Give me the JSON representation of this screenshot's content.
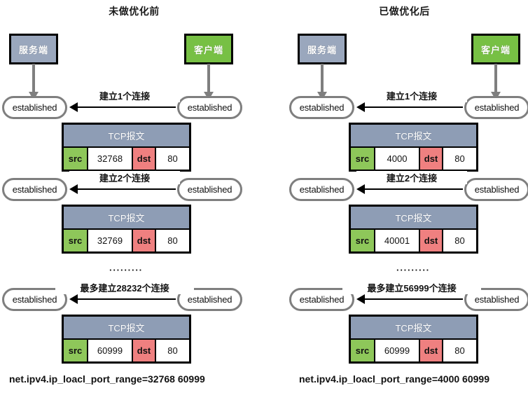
{
  "diagram": {
    "title_left": "未做优化前",
    "title_right": "已做优化后",
    "server_label": "服务端",
    "client_label": "客户端",
    "established_label": "established",
    "packet_header": "TCP报文",
    "src_key": "src",
    "dst_key": "dst",
    "ellipsis": "·········",
    "colors": {
      "server_fill": "#9aa7bd",
      "client_fill": "#77c044",
      "packet_header_fill": "#8e9db5",
      "src_fill": "#8ec75a",
      "dst_fill": "#ef8080",
      "pill_border": "#7f7f7f",
      "arrow": "#000000",
      "drop_arrow": "#7f7f7f"
    }
  },
  "left": {
    "title": "未做优化前",
    "footer": "net.ipv4.ip_loacl_port_range=32768  60999",
    "rows": [
      {
        "conn_label": "建立1个连接",
        "packet": {
          "header": "TCP报文",
          "src_key": "src",
          "src_port": "32768",
          "dst_key": "dst",
          "dst_port": "80"
        }
      },
      {
        "conn_label": "建立2个连接",
        "packet": {
          "header": "TCP报文",
          "src_key": "src",
          "src_port": "32769",
          "dst_key": "dst",
          "dst_port": "80"
        }
      },
      {
        "conn_label": "最多建立28232个连接",
        "packet": {
          "header": "TCP报文",
          "src_key": "src",
          "src_port": "60999",
          "dst_key": "dst",
          "dst_port": "80"
        }
      }
    ]
  },
  "right": {
    "title": "已做优化后",
    "footer": "net.ipv4.ip_loacl_port_range=4000  60999",
    "rows": [
      {
        "conn_label": "建立1个连接",
        "packet": {
          "header": "TCP报文",
          "src_key": "src",
          "src_port": "4000",
          "dst_key": "dst",
          "dst_port": "80"
        }
      },
      {
        "conn_label": "建立2个连接",
        "packet": {
          "header": "TCP报文",
          "src_key": "src",
          "src_port": "40001",
          "dst_key": "dst",
          "dst_port": "80"
        }
      },
      {
        "conn_label": "最多建立56999个连接",
        "packet": {
          "header": "TCP报文",
          "src_key": "src",
          "src_port": "60999",
          "dst_key": "dst",
          "dst_port": "80"
        }
      }
    ]
  }
}
